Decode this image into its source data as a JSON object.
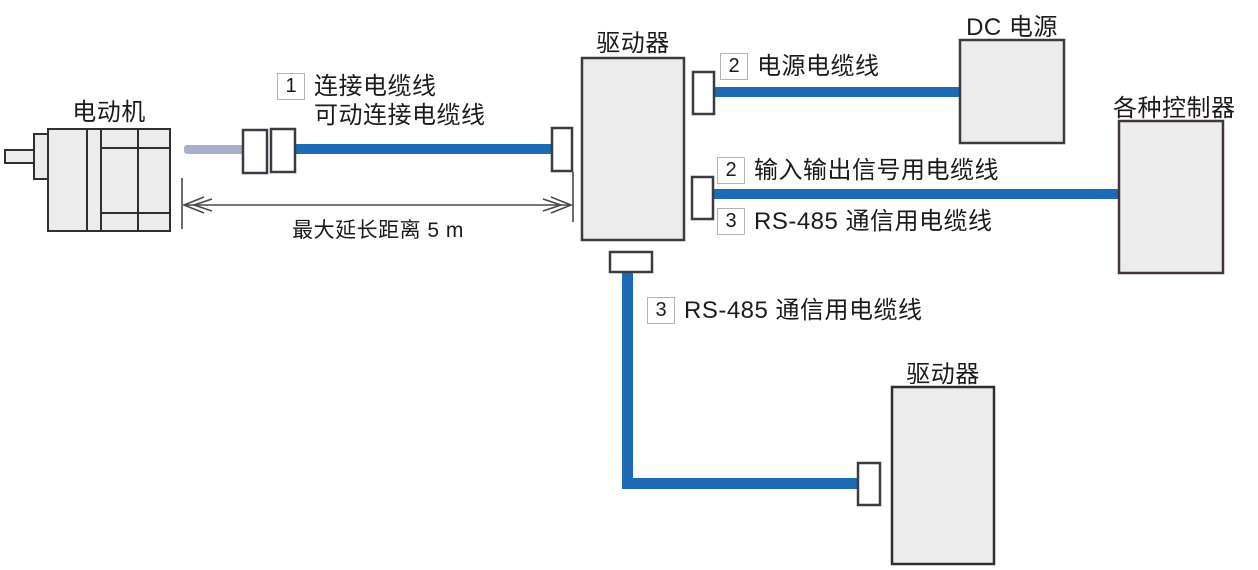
{
  "labels": {
    "motor": "电动机",
    "driver_top": "驱动器",
    "dc_power": "DC 电源",
    "controllers": "各种控制器",
    "driver_bottom": "驱动器",
    "max_distance": "最大延长距离 5 m"
  },
  "notes": {
    "connection": {
      "num": "1",
      "line1": "连接电缆线",
      "line2": "可动连接电缆线"
    },
    "power": {
      "num": "2",
      "text": "电源电缆线"
    },
    "io": {
      "num": "2",
      "text": "输入输出信号用电缆线"
    },
    "rs485_upper": {
      "num": "3",
      "text": "RS-485 通信用电缆线"
    },
    "rs485_lower": {
      "num": "3",
      "text": "RS-485 通信用电缆线"
    }
  },
  "colors": {
    "cable_blue": "#1c6bb5",
    "motor_lead_gray": "#a9afc9",
    "box_fill": "#ececec",
    "box_border": "#3b3b42"
  }
}
